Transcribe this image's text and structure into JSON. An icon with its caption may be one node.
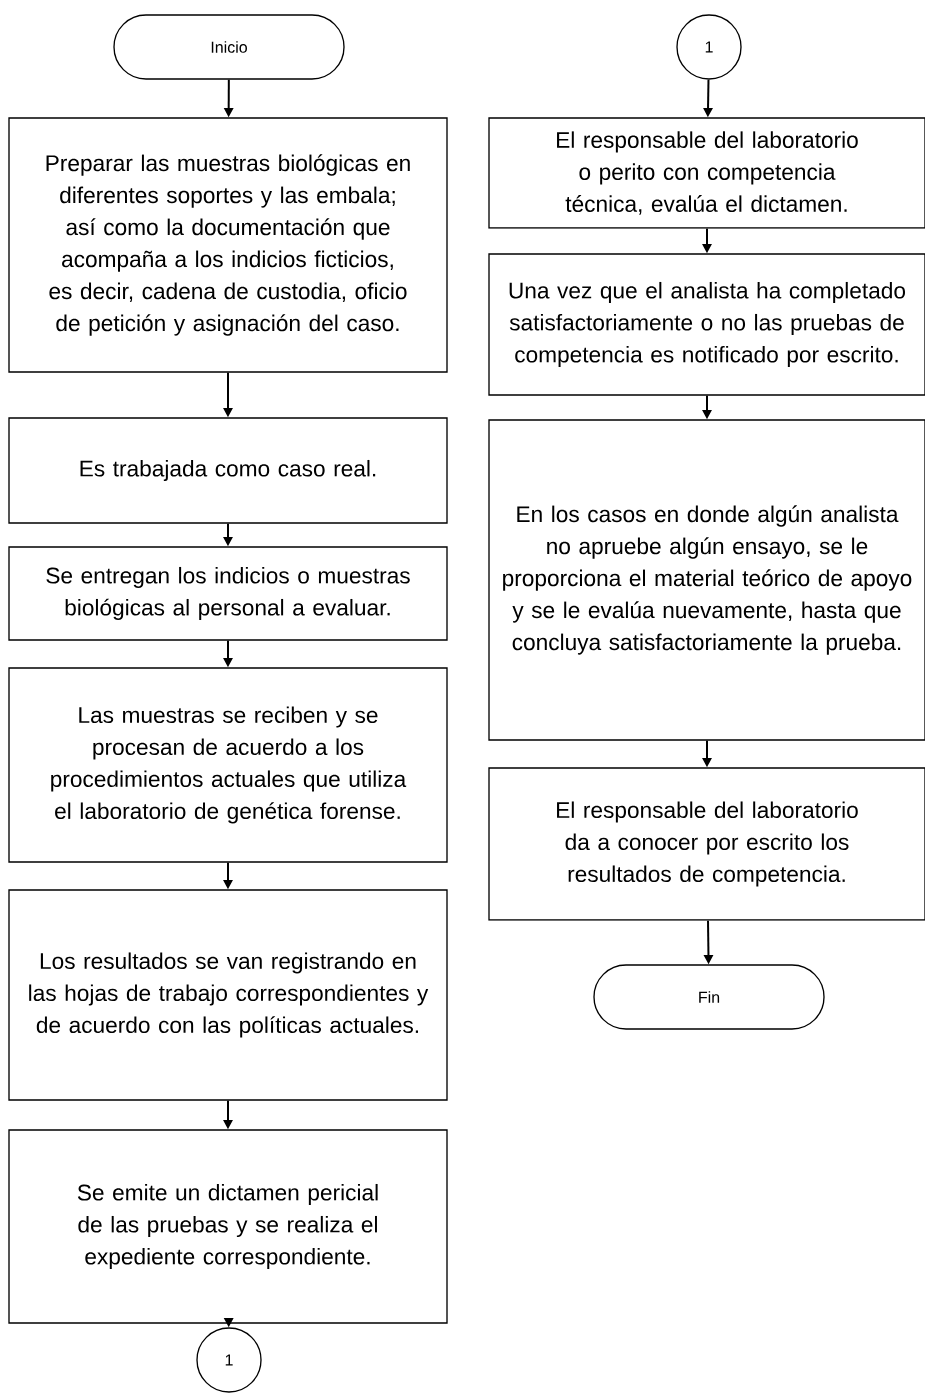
{
  "diagram": {
    "nodes": [
      {
        "text": [
          "Inicio"
        ]
      },
      {
        "text": [
          "Preparar las muestras biológicas en diferentes soportes y las embala; así como la documentación que acompaña a los indicios ficticios, es decir, cadena de custodia, oficio de petición y asignación del caso."
        ]
      },
      {
        "text": [
          "Es trabajada como caso real."
        ]
      },
      {
        "text": [
          "Se entregan los indicios o muestras biológicas al personal a evaluar."
        ]
      },
      {
        "text": [
          "Las muestras se reciben y se procesan de acuerdo a los procedimientos actuales que utiliza el laboratorio de genética forense."
        ]
      },
      {
        "text": [
          "Los resultados se van registrando en las hojas de trabajo correspondientes y de acuerdo con las políticas actuales."
        ]
      },
      {
        "text": [
          "Se emite un dictamen pericial de las pruebas y se realiza el expediente correspondiente."
        ]
      },
      {
        "text": [
          "1"
        ]
      },
      {
        "text": [
          "1"
        ]
      },
      {
        "text": [
          "El responsable del laboratorio o perito con competencia técnica, evalúa el dictamen."
        ]
      },
      {
        "text": [
          "Una vez que el analista ha completado satisfactoriamente o no las pruebas de competencia es notificado por escrito."
        ]
      },
      {
        "text": [
          "En los casos en donde algún analista no apruebe algún ensayo, se le proporciona el material teórico de apoyo y se le evalúa nuevamente, hasta que concluya satisfactoriamente la prueba."
        ]
      },
      {
        "text": [
          "El responsable del laboratorio da a conocer por escrito los resultados de competencia."
        ]
      },
      {
        "text": [
          "Fin"
        ]
      }
    ],
    "edges": [
      {
        "from": 0,
        "to": 1,
        "arrow": "to"
      },
      {
        "from": 1,
        "to": 2,
        "arrow": "to"
      },
      {
        "from": 2,
        "to": 3,
        "arrow": "to"
      },
      {
        "from": 3,
        "to": 4,
        "arrow": "to"
      },
      {
        "from": 4,
        "to": 5,
        "arrow": "to"
      },
      {
        "from": 5,
        "to": 6,
        "arrow": "to"
      },
      {
        "from": 6,
        "to": 7,
        "arrow": "to"
      },
      {
        "from": 8,
        "to": 9,
        "arrow": "to"
      },
      {
        "from": 9,
        "to": 10,
        "arrow": "to"
      },
      {
        "from": 10,
        "to": 11,
        "arrow": "to"
      },
      {
        "from": 11,
        "to": 12,
        "arrow": "to"
      },
      {
        "from": 12,
        "to": 13,
        "arrow": "to"
      }
    ]
  }
}
